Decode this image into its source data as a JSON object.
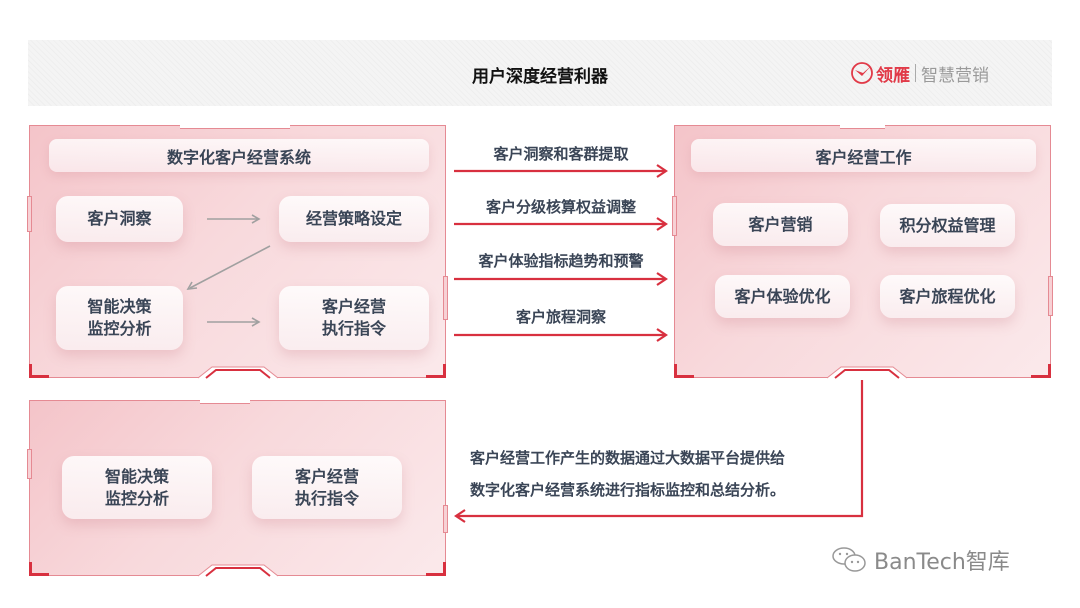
{
  "header": {
    "title": "用户深度经营利器",
    "logo": {
      "brand": "领雁",
      "subtitle": "智慧营销",
      "icon": "lingyan-logo-icon",
      "color": "#e13a48"
    }
  },
  "left_panel": {
    "title": "数字化客户经营系统",
    "cards": [
      {
        "label": "客户洞察"
      },
      {
        "label": "经营策略设定"
      },
      {
        "label": "智能决策\n监控分析"
      },
      {
        "label": "客户经营\n执行指令"
      }
    ]
  },
  "flows": [
    {
      "label": "客户洞察和客群提取"
    },
    {
      "label": "客户分级核算权益调整"
    },
    {
      "label": "客户体验指标趋势和预警"
    },
    {
      "label": "客户旅程洞察"
    }
  ],
  "right_panel": {
    "title": "客户经营工作",
    "cards": [
      {
        "label": "客户营销"
      },
      {
        "label": "积分权益管理"
      },
      {
        "label": "客户体验优化"
      },
      {
        "label": "客户旅程优化"
      }
    ]
  },
  "bottom_panel": {
    "cards": [
      {
        "label": "智能决策\n监控分析"
      },
      {
        "label": "客户经营\n执行指令"
      }
    ]
  },
  "feedback_note": {
    "line1": "客户经营工作产生的数据通过大数据平台提供给",
    "line2": "数字化客户经营系统进行指标监控和总结分析。"
  },
  "watermark": {
    "text": "BanTech智库",
    "icon": "wechat-icon"
  },
  "colors": {
    "accent_red": "#d8303f",
    "panel_pink": "#f6cdd1",
    "text_dark": "#3a4556",
    "arrow_gray": "#a0a0a0"
  }
}
